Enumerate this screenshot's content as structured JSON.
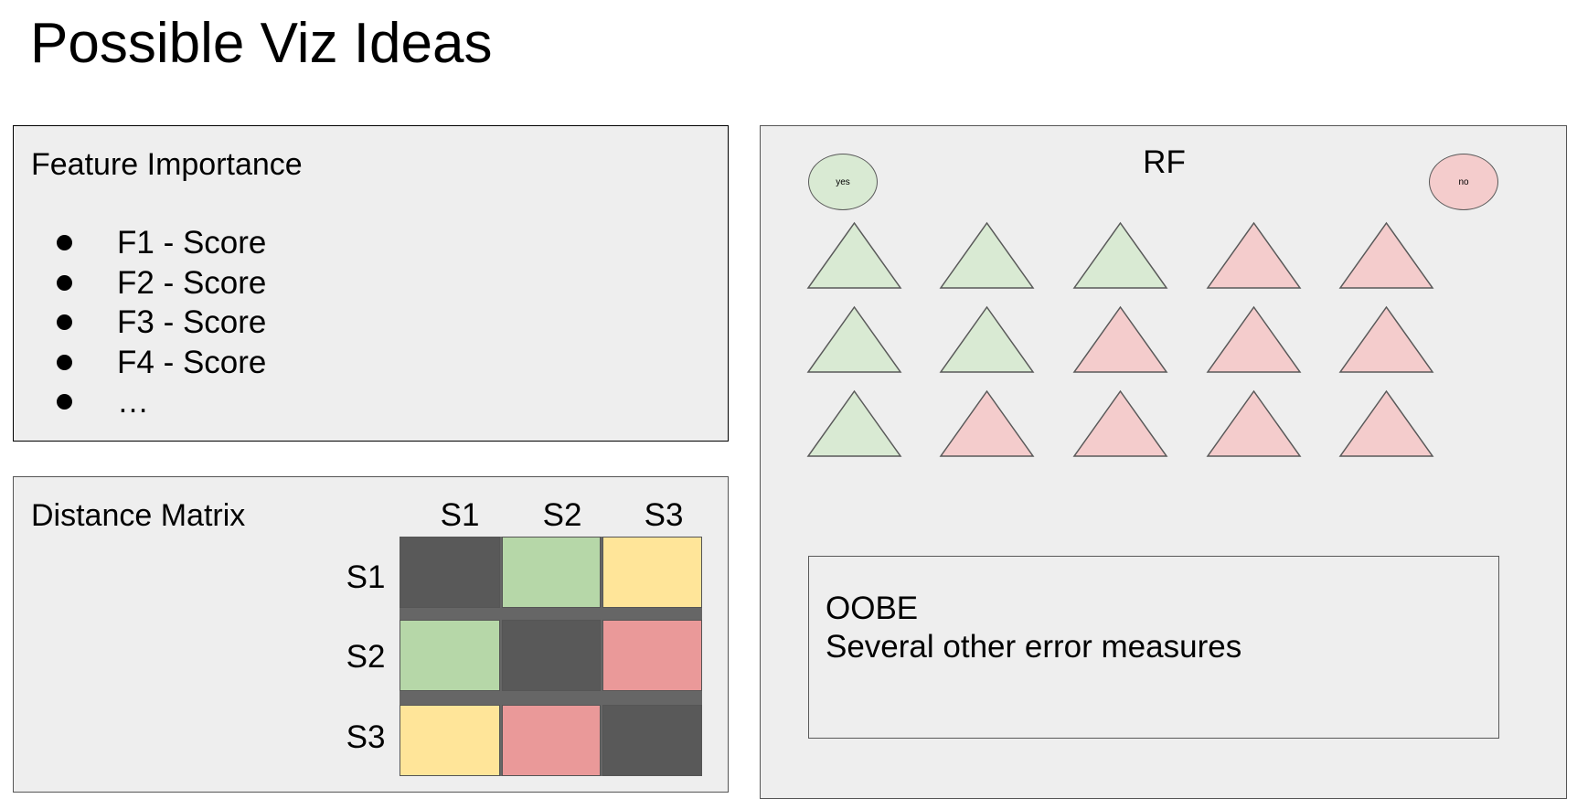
{
  "title": "Possible Viz Ideas",
  "feature_importance": {
    "title": "Feature Importance",
    "items": [
      "F1 - Score",
      "F2 - Score",
      "F3 - Score",
      "F4 - Score",
      "…"
    ]
  },
  "distance_matrix": {
    "title": "Distance Matrix",
    "columns": [
      "S1",
      "S2",
      "S3"
    ],
    "rows": [
      "S1",
      "S2",
      "S3"
    ],
    "cells": [
      [
        "#595959",
        "#b6d7a8",
        "#ffe599"
      ],
      [
        "#b6d7a8",
        "#595959",
        "#ea9999"
      ],
      [
        "#ffe599",
        "#ea9999",
        "#595959"
      ]
    ]
  },
  "rf": {
    "title": "RF",
    "yes_label": "yes",
    "no_label": "no",
    "yes_color": "#d9ead3",
    "no_color": "#f4cccc",
    "trees": [
      [
        "yes",
        "yes",
        "yes",
        "no",
        "no"
      ],
      [
        "yes",
        "yes",
        "no",
        "no",
        "no"
      ],
      [
        "yes",
        "no",
        "no",
        "no",
        "no"
      ]
    ],
    "oobe_line1": "OOBE",
    "oobe_line2": "Several other error measures"
  }
}
